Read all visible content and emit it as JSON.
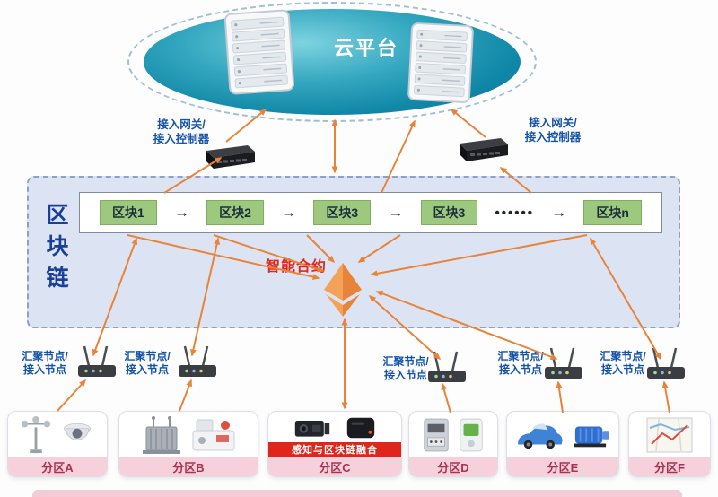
{
  "cloud": {
    "title": "云平台"
  },
  "gateways": [
    {
      "line1": "接入网关/",
      "line2": "接入控制器"
    },
    {
      "line1": "接入网关/",
      "line2": "接入控制器"
    }
  ],
  "blockchain": {
    "title": "区块链",
    "smart_contract_label": "智能合约",
    "items": [
      {
        "label": "区块1"
      },
      {
        "label": "区块2"
      },
      {
        "label": "区块3"
      },
      {
        "label": "区块3"
      },
      {
        "label": "••••••"
      },
      {
        "label": "区块n"
      }
    ]
  },
  "icons": {
    "block_arrow": "→",
    "ethereum_logo": "ethereum-diamond"
  },
  "aggregation_nodes": [
    {
      "line1": "汇聚节点/",
      "line2": "接入节点"
    },
    {
      "line1": "汇聚节点/",
      "line2": "接入节点"
    },
    {
      "line1": "汇聚节点/",
      "line2": "接入节点"
    },
    {
      "line1": "汇聚节点/",
      "line2": "接入节点"
    },
    {
      "line1": "汇聚节点/",
      "line2": "接入节点"
    }
  ],
  "partitions": [
    {
      "label": "分区A",
      "icons": [
        "anemometer-icon",
        "dome-camera-icon"
      ]
    },
    {
      "label": "分区B",
      "icons": [
        "transformer-icon",
        "industrial-machine-icon"
      ]
    },
    {
      "label": "分区C",
      "banner": "感知与区块链融合",
      "icons": [
        "camera-device-icon",
        "edge-device-icon"
      ]
    },
    {
      "label": "分区D",
      "icons": [
        "smart-meter-icon",
        "data-terminal-icon"
      ]
    },
    {
      "label": "分区E",
      "icons": [
        "electric-car-icon",
        "electric-motor-icon"
      ]
    },
    {
      "label": "分区F",
      "icons": [
        "map-icon"
      ]
    }
  ],
  "colors": {
    "cloud_teal": "#1188a8",
    "block_green": "#9cc97e",
    "arrow_orange": "#e8833a",
    "smart_contract_red": "#e0251b",
    "panel_blue": "#dce4f4",
    "label_navy": "#1553a8",
    "partition_pink": "#f6d0db",
    "partition_text_red": "#a83252"
  }
}
